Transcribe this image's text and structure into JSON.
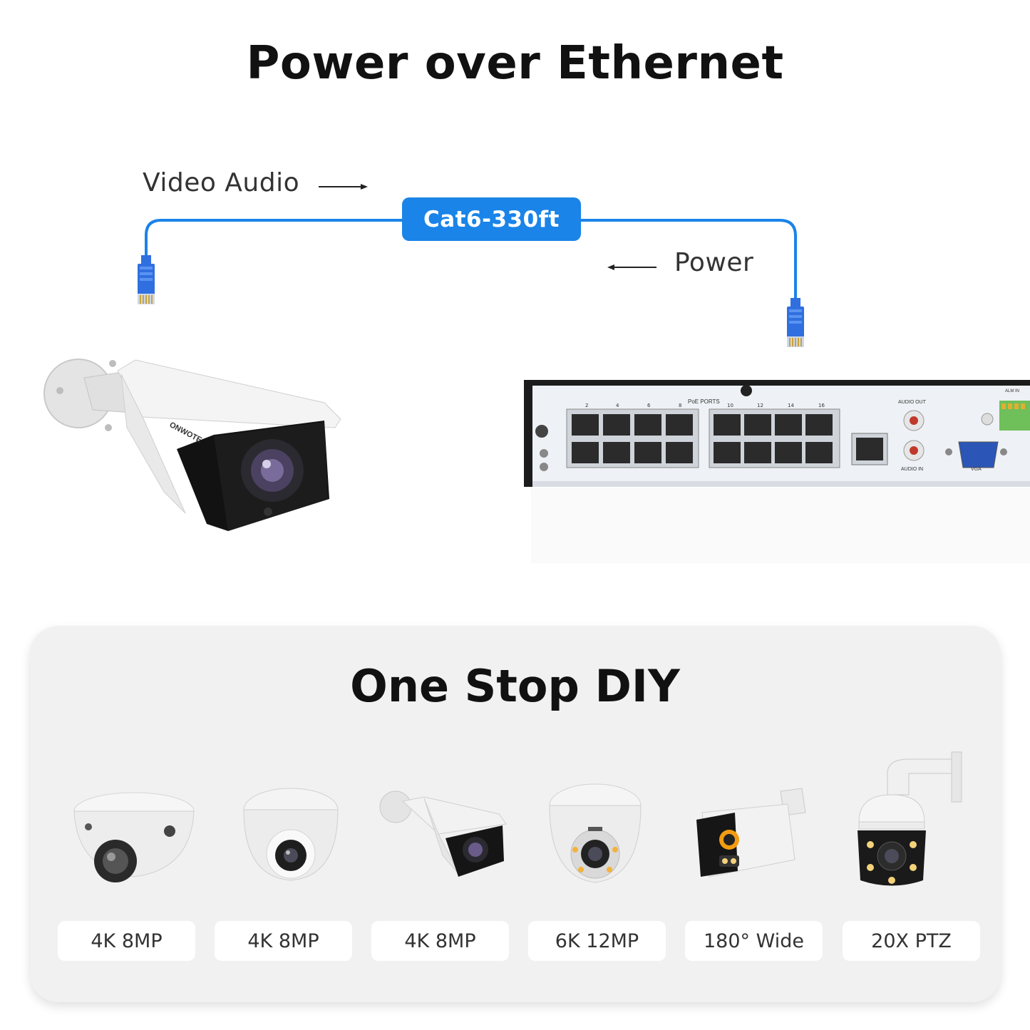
{
  "header": {
    "title": "Power over Ethernet"
  },
  "diagram": {
    "data_label": "Video Audio",
    "power_label": "Power",
    "cable_label": "Cat6-330ft",
    "camera_brand": "ONWOTE",
    "nvr": {
      "poe_ports_label": "PoE PORTS",
      "port_numbers_top": [
        "2",
        "4",
        "6",
        "8",
        "10",
        "12",
        "14",
        "16"
      ],
      "audio_out_label": "AUDIO OUT",
      "audio_in_label": "AUDIO IN",
      "vga_label": "VGA",
      "alarm_label": "ALM IN"
    },
    "colors": {
      "cable": "#1a84e8",
      "connector": "#2f6fe0"
    }
  },
  "lineup": {
    "title": "One Stop DIY",
    "cameras": [
      {
        "spec": "4K 8MP",
        "icon": "mini-dome-camera-icon"
      },
      {
        "spec": "4K 8MP",
        "icon": "turret-camera-icon"
      },
      {
        "spec": "4K 8MP",
        "icon": "bullet-camera-icon"
      },
      {
        "spec": "6K 12MP",
        "icon": "dome-camera-icon"
      },
      {
        "spec": "180° Wide",
        "icon": "dual-lens-bullet-camera-icon"
      },
      {
        "spec": "20X PTZ",
        "icon": "ptz-camera-icon"
      }
    ]
  }
}
